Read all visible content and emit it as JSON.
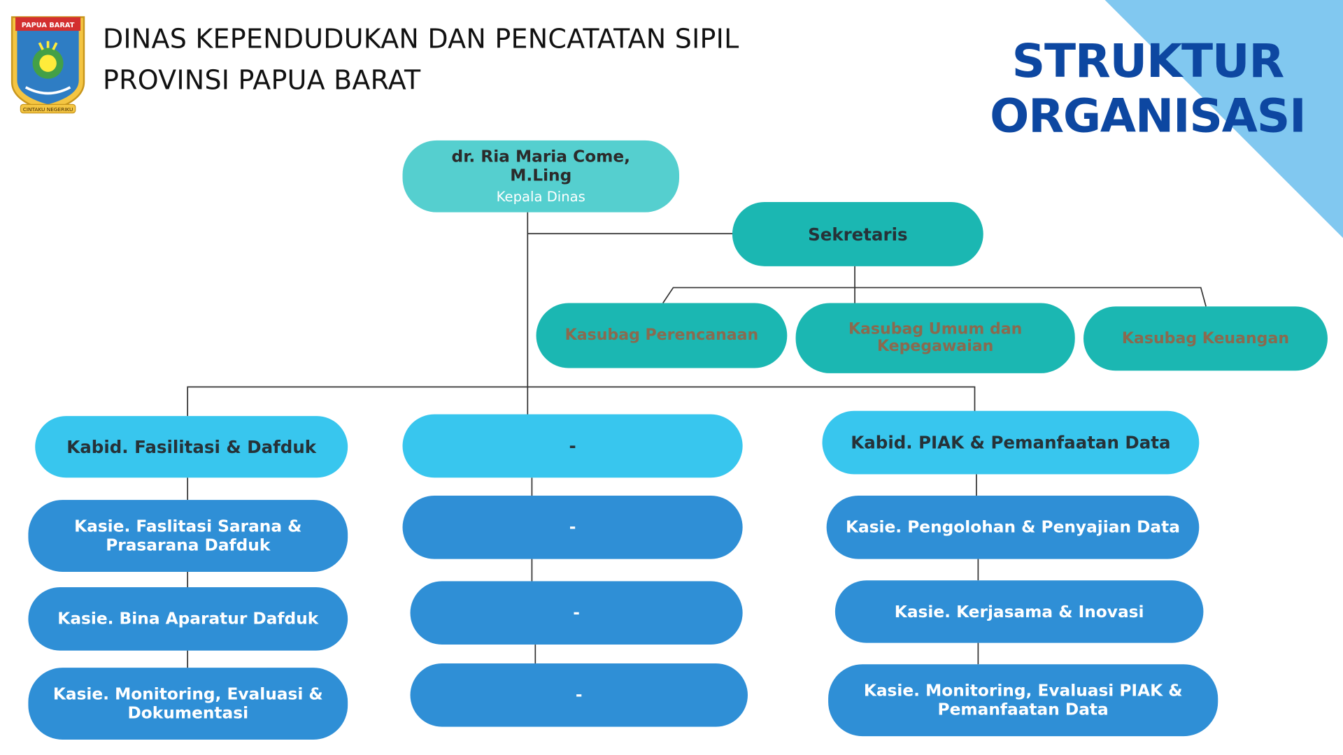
{
  "colors": {
    "title_blue": "#0d47a1",
    "corner_light_blue": "#81c8f0",
    "kepala_bg": "#55cfcf",
    "teal_bg": "#1bb7b2",
    "kabid_bg": "#38c6ee",
    "kasie_bg": "#2f8fd6",
    "connector": "#333333"
  },
  "header": {
    "logo_icon": "papua-barat-emblem",
    "logo_text_top": "PAPUA BARAT",
    "logo_text_bottom": "CINTAKU NEGERIKU",
    "org_line1": "DINAS KEPENDUDUKAN DAN PENCATATAN SIPIL",
    "org_line2": "PROVINSI PAPUA BARAT",
    "doc_title_line1": "STRUKTUR",
    "doc_title_line2": "ORGANISASI"
  },
  "chart": {
    "kepala": {
      "name": "dr. Ria Maria Come, M.Ling",
      "role": "Kepala Dinas"
    },
    "sekretaris": {
      "label": "Sekretaris"
    },
    "kasubag": [
      {
        "label": "Kasubag Perencanaan"
      },
      {
        "label": "Kasubag Umum dan Kepegawaian"
      },
      {
        "label": "Kasubag Keuangan"
      }
    ],
    "bidang": [
      {
        "kabid": "Kabid. Fasilitasi & Dafduk",
        "kasie": [
          "Kasie. Faslitasi Sarana & Prasarana Dafduk",
          "Kasie. Bina Aparatur Dafduk",
          "Kasie. Monitoring, Evaluasi & Dokumentasi"
        ]
      },
      {
        "kabid": "-",
        "kasie": [
          "-",
          "-",
          "-"
        ]
      },
      {
        "kabid": "Kabid. PIAK & Pemanfaatan Data",
        "kasie": [
          "Kasie. Pengolohan & Penyajian Data",
          "Kasie. Kerjasama & Inovasi",
          "Kasie. Monitoring, Evaluasi PIAK & Pemanfaatan Data"
        ]
      }
    ]
  }
}
